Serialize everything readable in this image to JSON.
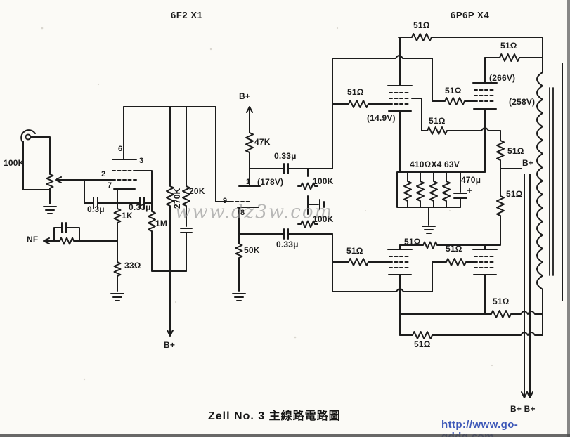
{
  "header": {
    "input_tube_label": "6F2 X1",
    "output_tube_label": "6P6P X4"
  },
  "pins": {
    "p6": "6",
    "p3": "3",
    "p2": "2",
    "p7": "7",
    "p1": "1",
    "p9": "9",
    "p8": "8"
  },
  "parts": {
    "volume_pot": "100K",
    "c_input": "0.3μ",
    "r_cathode1": "1K",
    "c_couple1": "0.33μ",
    "r_grid_1m": "1M",
    "r_plate_270k": "270K",
    "r_20k": "20K",
    "nf_label": "NF",
    "r_33": "33Ω",
    "bplus_bottom": "B+",
    "bplus_top": "B+",
    "r_47k": "47K",
    "c_couple_upper": "0.33μ",
    "r_100k_a": "100K",
    "r_100k_b": "100K",
    "c_couple_lower": "0.33μ",
    "r_50k": "50K",
    "r51_top": "51Ω",
    "r51_upper_right": "51Ω",
    "r51_grid1": "51Ω",
    "r51_grid2": "51Ω",
    "r51_mid": "51Ω",
    "r51_vert1": "51Ω",
    "bplus_right": "B+",
    "r51_vert2": "51Ω",
    "cathode_network": "410ΩX4 63V",
    "c_470": "470μ",
    "r51_lower_left": "51Ω",
    "r51_lower_mid": "51Ω",
    "r51_lower_grid": "51Ω",
    "r51_lower_right": "51Ω",
    "r51_bottom": "51Ω",
    "bplus_double": "B+ B+"
  },
  "voltages": {
    "splitter_plate": "(178V)",
    "upper_cathode": "(14.9V)",
    "upper_plate": "(266V)",
    "upper_screen": "(258V)"
  },
  "footer": {
    "caption": "Zell No. 3 主線路電路圖",
    "site_url": "http://www.go-gddq.com",
    "watermark": "www.dz3w.com"
  },
  "colors": {
    "ink": "#1c1c1c",
    "url_blue": "#3d58b8",
    "watermark_gray": "#8f8f8f",
    "paper": "#fbfaf6"
  }
}
